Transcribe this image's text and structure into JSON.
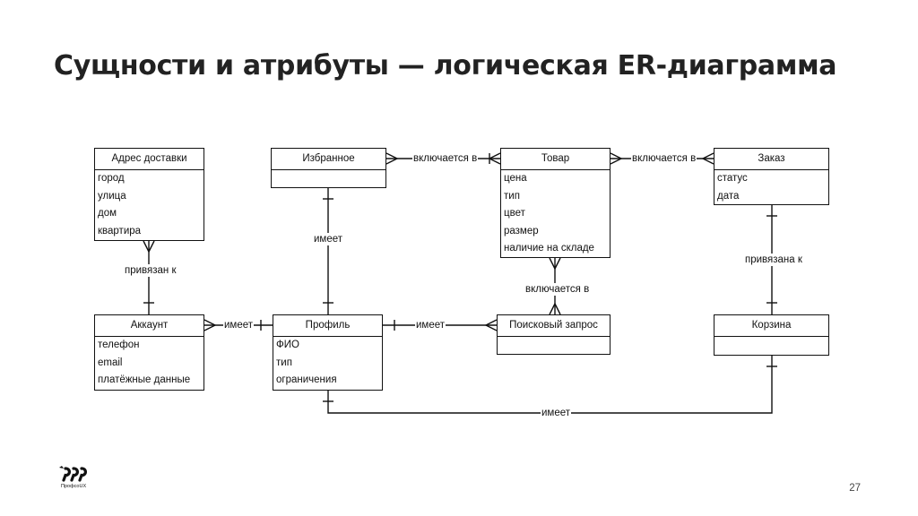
{
  "title": "Сущности и атрибуты — логическая ER-диаграмма",
  "entities": {
    "address": {
      "name": "Адрес доставки",
      "attrs": [
        "город",
        "улица",
        "дом",
        "квартира"
      ]
    },
    "favorites": {
      "name": "Избранное",
      "attrs": []
    },
    "product": {
      "name": "Товар",
      "attrs": [
        "цена",
        "тип",
        "цвет",
        "размер",
        "наличие на складе"
      ]
    },
    "order": {
      "name": "Заказ",
      "attrs": [
        "статус",
        "дата"
      ]
    },
    "account": {
      "name": "Аккаунт",
      "attrs": [
        "телефон",
        "email",
        "платёжные данные"
      ]
    },
    "profile": {
      "name": "Профиль",
      "attrs": [
        "ФИО",
        "тип",
        "ограничения"
      ]
    },
    "search": {
      "name": "Поисковый запрос",
      "attrs": []
    },
    "cart": {
      "name": "Корзина",
      "attrs": []
    }
  },
  "relations": {
    "fav_product": "включается в",
    "product_order": "включается в",
    "address_account": "привязан к",
    "fav_profile": "имеет",
    "search_product": "включается в",
    "order_cart": "привязана к",
    "account_profile": "имеет",
    "profile_search": "имеет",
    "profile_cart": "имеет"
  },
  "page_number": "27",
  "logo_text": "ПрофсоUX"
}
